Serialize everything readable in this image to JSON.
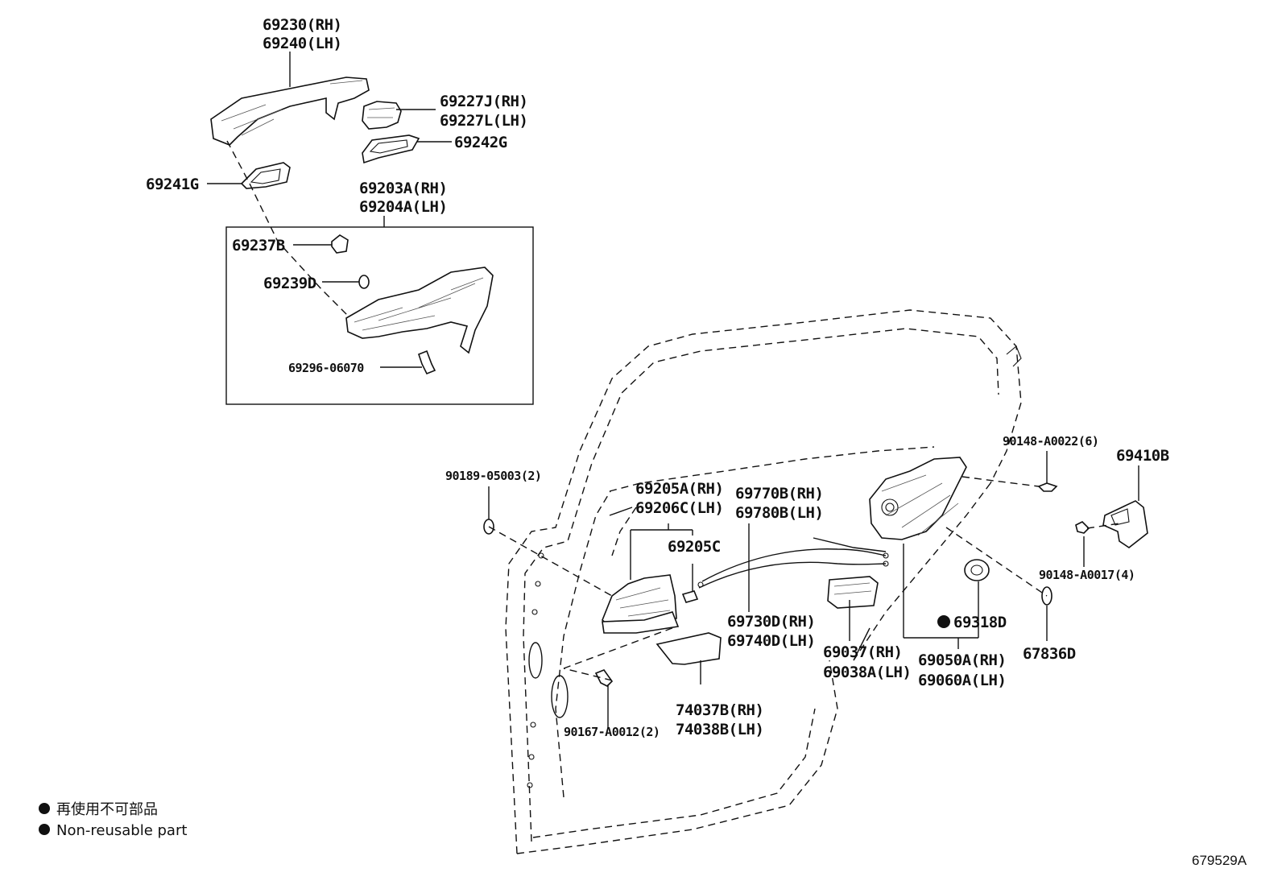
{
  "diagram": {
    "callouts": {
      "c_69230": "69230(RH)",
      "c_69240": "69240(LH)",
      "c_69227J": "69227J(RH)",
      "c_69227L": "69227L(LH)",
      "c_69242G": "69242G",
      "c_69241G": "69241G",
      "c_69203A": "69203A(RH)",
      "c_69204A": "69204A(LH)",
      "c_69237B": "69237B",
      "c_69239D": "69239D",
      "c_69296": "69296-06070",
      "c_90189": "90189-05003(2)",
      "c_69205A": "69205A(RH)",
      "c_69206C": "69206C(LH)",
      "c_69205C": "69205C",
      "c_69770B": "69770B(RH)",
      "c_69780B": "69780B(LH)",
      "c_69730D": "69730D(RH)",
      "c_69740D": "69740D(LH)",
      "c_74037B": "74037B(RH)",
      "c_74038B": "74038B(LH)",
      "c_90167": "90167-A0012(2)",
      "c_69037": "69037(RH)",
      "c_69038A": "69038A(LH)",
      "c_69050A": "69050A(RH)",
      "c_69060A": "69060A(LH)",
      "c_69318D": "69318D",
      "c_67836D": "67836D",
      "c_90148_22": "90148-A0022(6)",
      "c_69410B": "69410B",
      "c_90148_17": "90148-A0017(4)"
    },
    "legend": {
      "jp": "再使用不可部品",
      "en": "Non-reusable part"
    },
    "reference": "679529A"
  }
}
